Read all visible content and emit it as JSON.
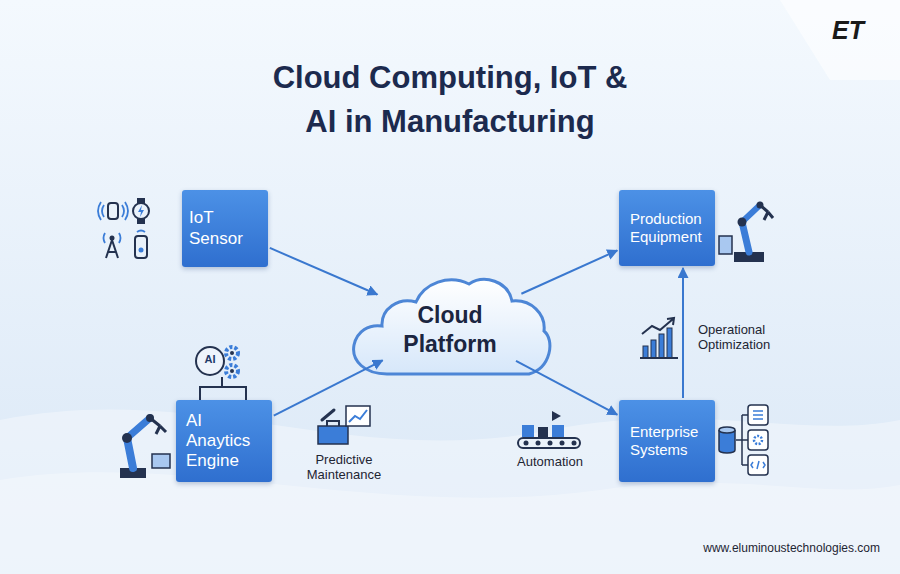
{
  "diagram": {
    "title": "Cloud Computing, IoT & AI in Manufacturing",
    "nodes": [
      {
        "text": [
          "IoT Sensor"
        ]
      },
      {
        "text": [
          "AI Anaytics Engine"
        ]
      },
      {
        "text": [
          "Cloud Platform"
        ]
      },
      {
        "text": [
          "Production Equipment"
        ]
      },
      {
        "text": [
          "Enterprise Systems"
        ]
      }
    ],
    "edges": [
      {
        "from": 0,
        "to": 2,
        "arrow": "to"
      },
      {
        "from": 1,
        "to": 2,
        "label": "Predictive Maintenance",
        "arrow": "to"
      },
      {
        "from": 2,
        "to": 3,
        "arrow": "to"
      },
      {
        "from": 2,
        "to": 4,
        "label": "Automation",
        "arrow": "to"
      },
      {
        "from": 4,
        "to": 3,
        "label": "Operational Optimization",
        "arrow": "to"
      }
    ],
    "labels": [
      "ET",
      "AI",
      "www.eluminoustechnologies.com"
    ]
  }
}
